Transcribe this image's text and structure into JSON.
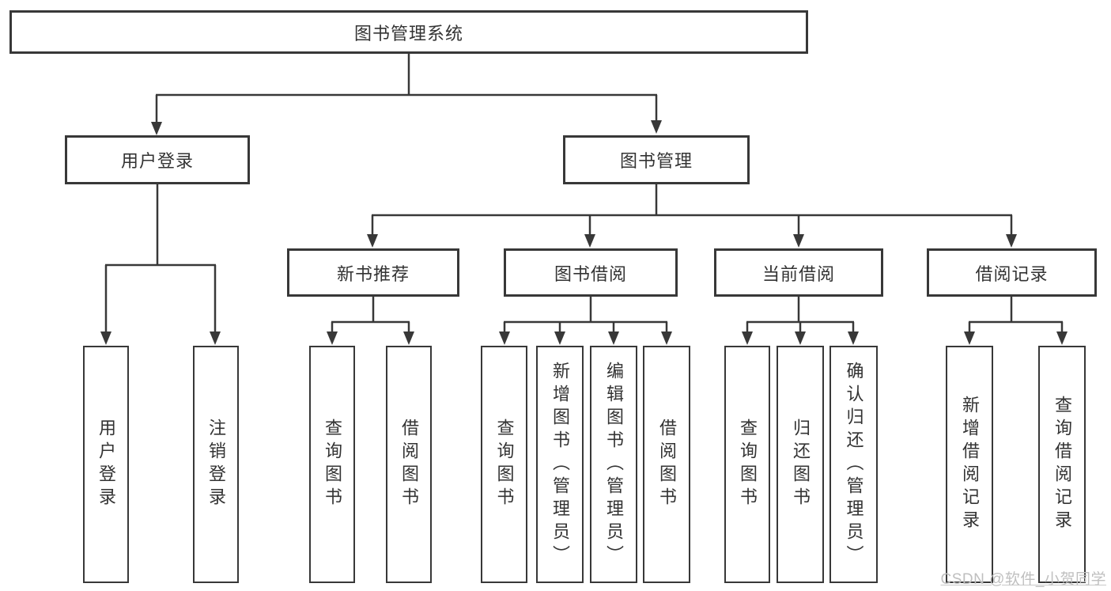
{
  "tree": {
    "label": "图书管理系统",
    "children": [
      {
        "label": "用户登录",
        "children": [
          {
            "label": "用户登录"
          },
          {
            "label": "注销登录"
          }
        ]
      },
      {
        "label": "图书管理",
        "children": [
          {
            "label": "新书推荐",
            "children": [
              {
                "label": "查询图书"
              },
              {
                "label": "借阅图书"
              }
            ]
          },
          {
            "label": "图书借阅",
            "children": [
              {
                "label": "查询图书"
              },
              {
                "label": "新增图书（管理员）"
              },
              {
                "label": "编辑图书（管理员）"
              },
              {
                "label": "借阅图书"
              }
            ]
          },
          {
            "label": "当前借阅",
            "children": [
              {
                "label": "查询图书"
              },
              {
                "label": "归还图书"
              },
              {
                "label": "确认归还（管理员）"
              }
            ]
          },
          {
            "label": "借阅记录",
            "children": [
              {
                "label": "新增借阅记录"
              },
              {
                "label": "查询借阅记录"
              }
            ]
          }
        ]
      }
    ]
  },
  "watermark": "CSDN @软件_小贺同学",
  "colors": {
    "line": "#383838",
    "text": "#333333",
    "watermark": "#bfbfbf",
    "background": "#ffffff"
  }
}
